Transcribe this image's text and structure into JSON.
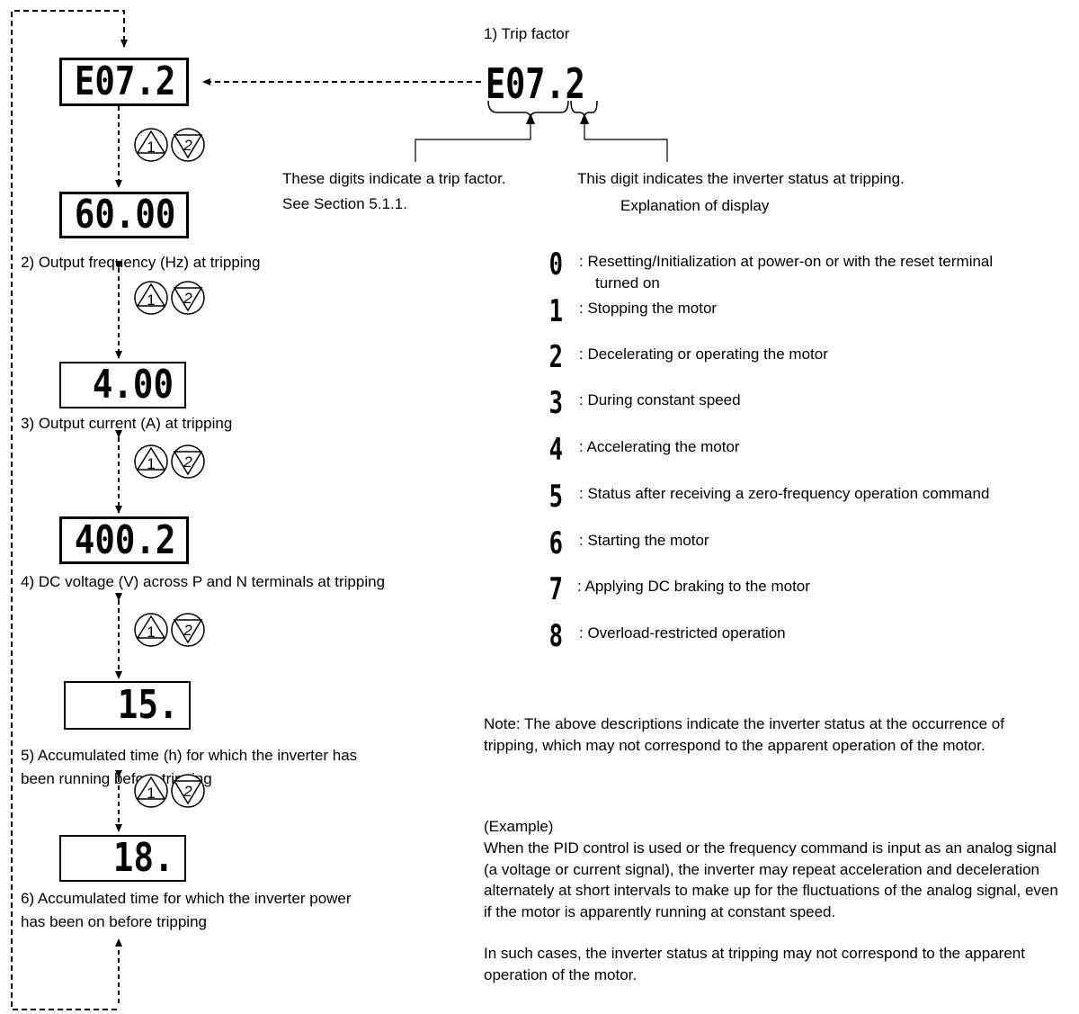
{
  "top_display": {
    "value": "E07.2",
    "caption": "1) Trip factor"
  },
  "bracket_labels": {
    "trip_factor": [
      "These digits indicate a trip factor.",
      "See Section 5.1.1."
    ],
    "status": "This digit indicates the inverter status at tripping."
  },
  "explanation_title": "Explanation of display",
  "displays": [
    {
      "value": "E07.2",
      "caption": []
    },
    {
      "value": "60.00",
      "caption": [
        "2) Output frequency (Hz) at tripping"
      ]
    },
    {
      "value": "4.00",
      "caption": [
        "3) Output current (A) at tripping"
      ]
    },
    {
      "value": "400.2",
      "caption": [
        "4) DC voltage (V) across P and N terminals at tripping"
      ]
    },
    {
      "value": "15.",
      "caption": [
        "5) Accumulated time (h) for which the inverter has",
        "been running before tripping"
      ]
    },
    {
      "value": "18.",
      "caption": [
        "6) Accumulated time for which the inverter power",
        "has been on before tripping"
      ]
    }
  ],
  "keys": {
    "up": "1",
    "down": "2"
  },
  "status_codes": [
    {
      "digit": "0",
      "desc": ": Resetting/Initialization at power-on or with the reset terminal",
      "desc2": "turned on"
    },
    {
      "digit": "1",
      "desc": ": Stopping the motor",
      "desc2": ""
    },
    {
      "digit": "2",
      "desc": ": Decelerating or operating the motor",
      "desc2": ""
    },
    {
      "digit": "3",
      "desc": ": During constant speed",
      "desc2": ""
    },
    {
      "digit": "4",
      "desc": ": Accelerating the motor",
      "desc2": ""
    },
    {
      "digit": "5",
      "desc": ": Status after receiving a zero-frequency operation command",
      "desc2": ""
    },
    {
      "digit": "6",
      "desc": ": Starting the motor",
      "desc2": ""
    },
    {
      "digit": "7",
      "desc": ": Applying DC braking to the motor",
      "desc2": ""
    },
    {
      "digit": "8",
      "desc": ": Overload-restricted operation",
      "desc2": ""
    }
  ],
  "note": "Note: The above descriptions indicate the inverter status at the occurrence of tripping, which may not correspond to the apparent operation of the motor.",
  "example_title": "(Example)",
  "example_p1": "When the PID control is used or the frequency command is input as an analog signal (a voltage or current signal), the inverter may repeat acceleration and deceleration alternately at short intervals to make up for the fluctuations of the analog signal, even if the motor is apparently running at constant speed.",
  "example_p2": "In such cases, the inverter status at tripping may not correspond to the apparent operation of the motor."
}
